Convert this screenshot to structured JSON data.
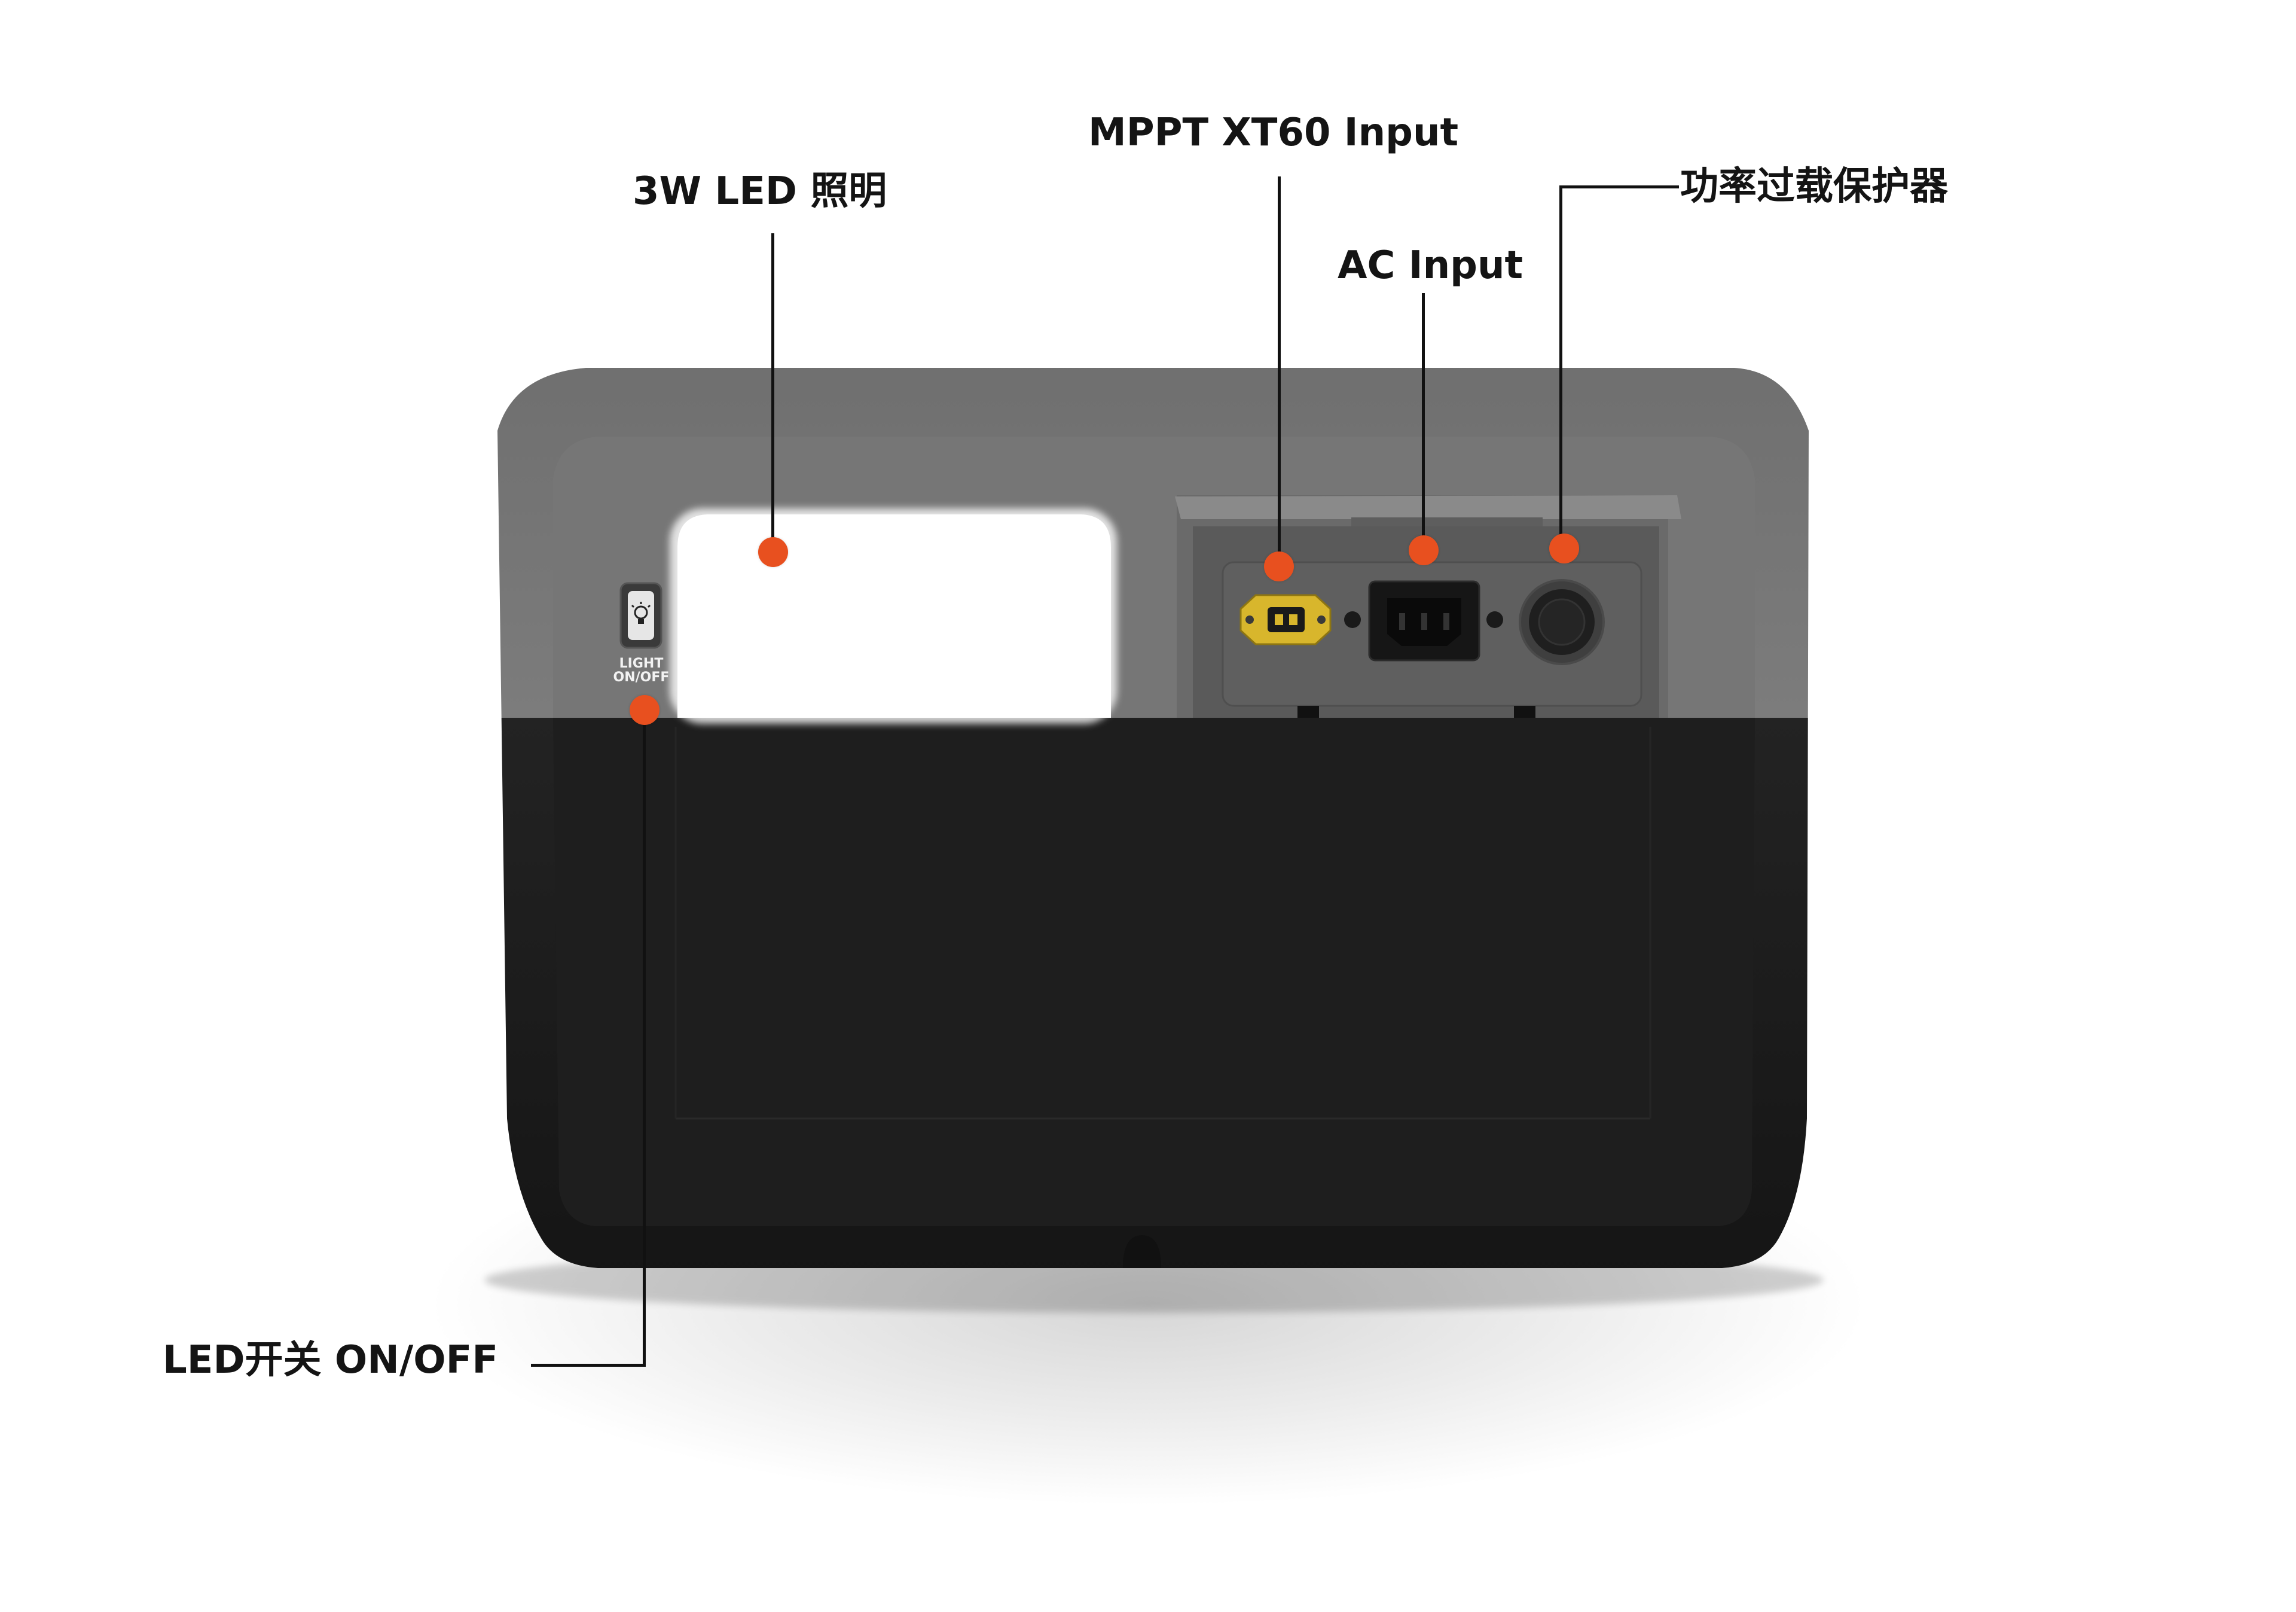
{
  "callouts": {
    "led_light": "3W LED 照明",
    "mppt_input": "MPPT XT60 Input",
    "ac_input": "AC Input",
    "overload_protector": "功率过载保护器",
    "led_switch": "LED开关 ON/OFF"
  },
  "device": {
    "switch_label_line1": "LIGHT",
    "switch_label_line2": "ON/OFF"
  },
  "icons": [
    "bulb-icon",
    "xt60-port-icon",
    "ac-socket-icon",
    "breaker-icon"
  ],
  "colors": {
    "callout_dot": "#e8501f",
    "upper_shell": "#7a7a7a",
    "lower_shell": "#1b1b1b",
    "led_panel": "#ffffff",
    "xt60_connector": "#d8b62c"
  }
}
